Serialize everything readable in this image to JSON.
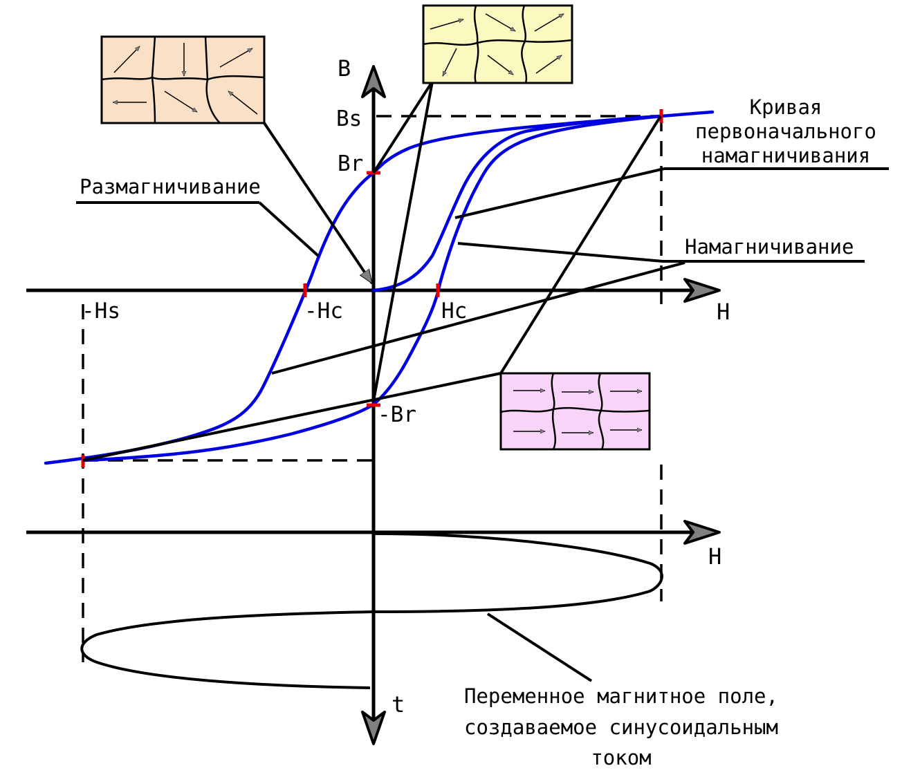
{
  "labels": {
    "b_axis": "B",
    "h_axis": "H",
    "h_axis_2": "H",
    "t_axis": "t",
    "bs": "Bs",
    "br": "Br",
    "neg_br": "-Br",
    "neg_hs": "-Hs",
    "neg_hc": "-Hc",
    "hc": "Hc"
  },
  "captions": {
    "initial_curve": [
      "Кривая",
      "первоначального",
      "намагничивания"
    ],
    "demagnetization": "Размагничивание",
    "magnetization": "Намагничивание",
    "alternating_field": [
      "Переменное магнитное поле,",
      "создаваемое синусоидальным",
      "током"
    ]
  },
  "colors": {
    "hysteresis_curve": "#0000e0",
    "marker": "#e00000",
    "box_demagnetized": "#fbe0c8",
    "box_remanent": "#fbf8c0",
    "box_saturated": "#f8d4f8",
    "arrow_fill": "#808080"
  },
  "icons": {
    "domain_arrow": "grey-arrow-icon",
    "axis_arrow": "triangle-arrow-icon"
  }
}
